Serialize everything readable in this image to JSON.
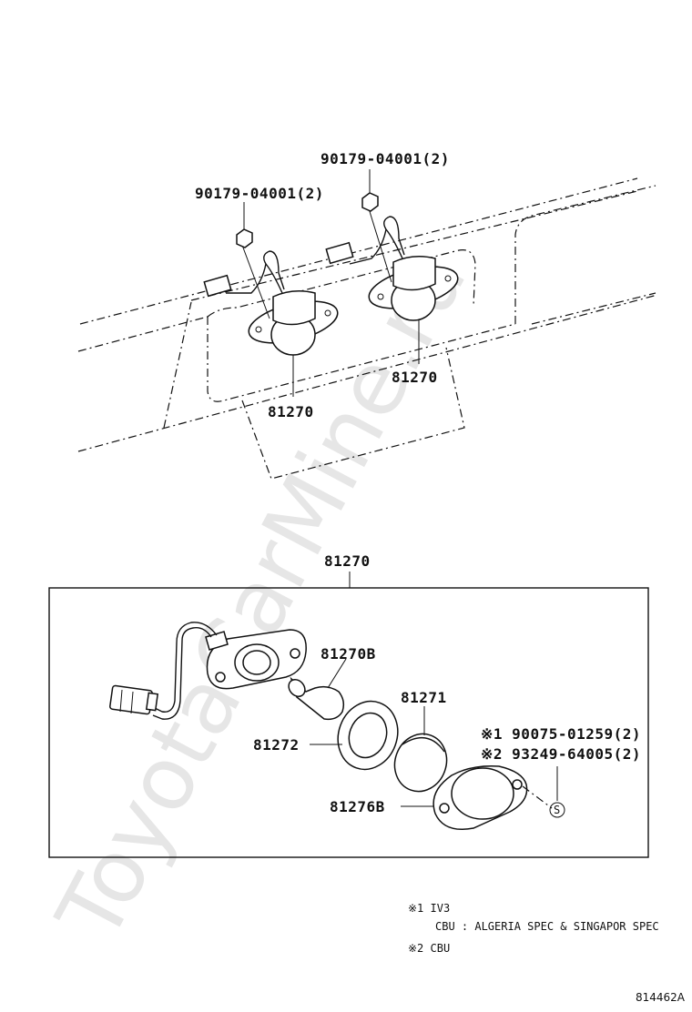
{
  "watermark": "ToyotaCarMine.ru",
  "top_labels": {
    "nut_right": "90179-04001(2)",
    "nut_left": "90179-04001(2)",
    "lamp_right": "81270",
    "lamp_left": "81270"
  },
  "box_title": "81270",
  "parts": {
    "bulb": "81270B",
    "lens": "81271",
    "gasket": "81272",
    "cover": "81276B"
  },
  "screw_codes": {
    "line1": "※1 90075-01259(2)",
    "line2": "※2 93249-64005(2)",
    "screw_marker": "S"
  },
  "notes": {
    "line1": "※1 IV3",
    "line2": "CBU : ALGERIA SPEC & SINGAPOR SPEC",
    "line3": "※2 CBU"
  },
  "ref_code": "814462A"
}
